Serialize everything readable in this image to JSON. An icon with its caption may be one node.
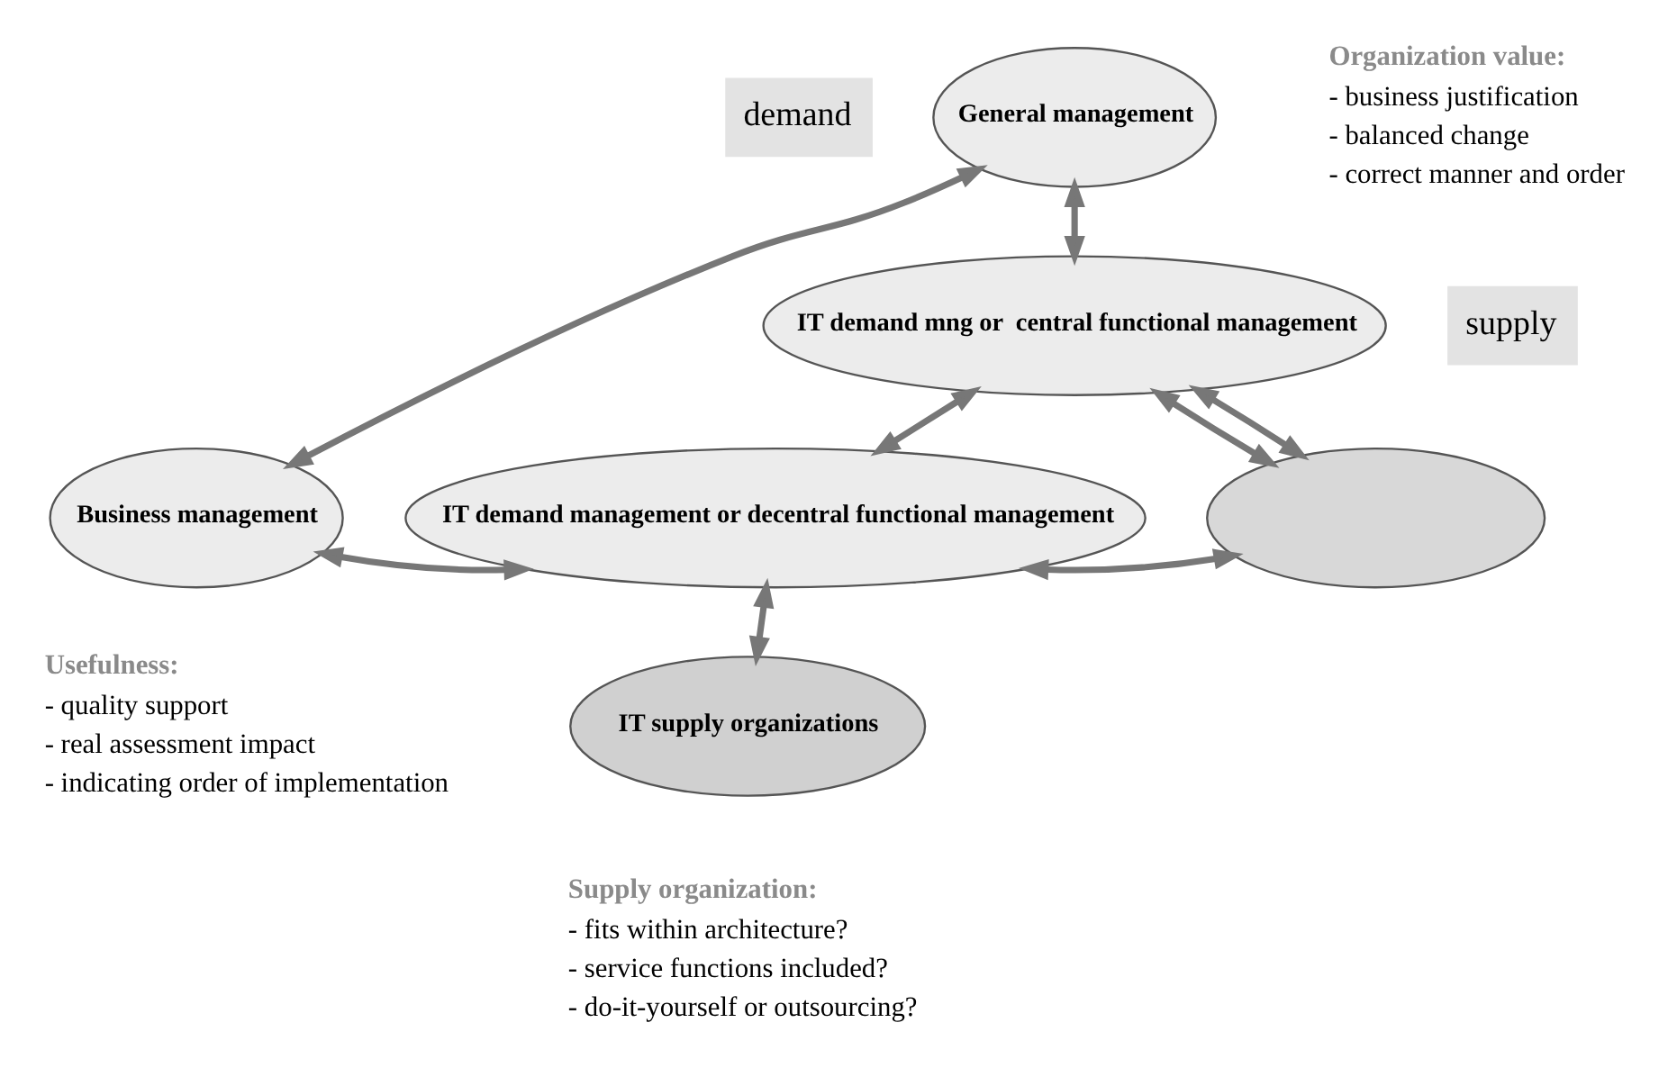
{
  "diagram": {
    "nodes": [
      {
        "text": [
          "demand"
        ]
      },
      {
        "text": [
          "supply"
        ]
      },
      {
        "text": [
          "General management"
        ]
      },
      {
        "text": [
          "IT demand mng or  central functional management"
        ]
      },
      {
        "text": [
          "Business management"
        ]
      },
      {
        "text": [
          "IT demand management or decentral functional management"
        ]
      },
      {
        "text": [],
        "shape": "ellipse"
      },
      {
        "text": [
          "IT supply organizations"
        ]
      }
    ],
    "edges": [
      {
        "from": 4,
        "to": 2,
        "arrow": "both"
      },
      {
        "from": 2,
        "to": 3,
        "arrow": "both"
      },
      {
        "from": 3,
        "to": 5,
        "arrow": "both"
      },
      {
        "from": 4,
        "to": 5,
        "arrow": "both"
      },
      {
        "from": 3,
        "to": 6,
        "arrow": "both"
      },
      {
        "from": 3,
        "to": 6,
        "arrow": "both"
      },
      {
        "from": 5,
        "to": 6,
        "arrow": "both"
      },
      {
        "from": 5,
        "to": 7,
        "arrow": "both"
      }
    ],
    "labels": [
      "Organization value:",
      "- business justification",
      "- balanced change",
      "- correct manner and order",
      "Usefulness:",
      "- quality support",
      "- real assessment impact",
      "- indicating order of implementation",
      "Supply organization:",
      "- fits within architecture?",
      "- service functions included?",
      "- do-it-yourself or outsourcing?"
    ]
  }
}
